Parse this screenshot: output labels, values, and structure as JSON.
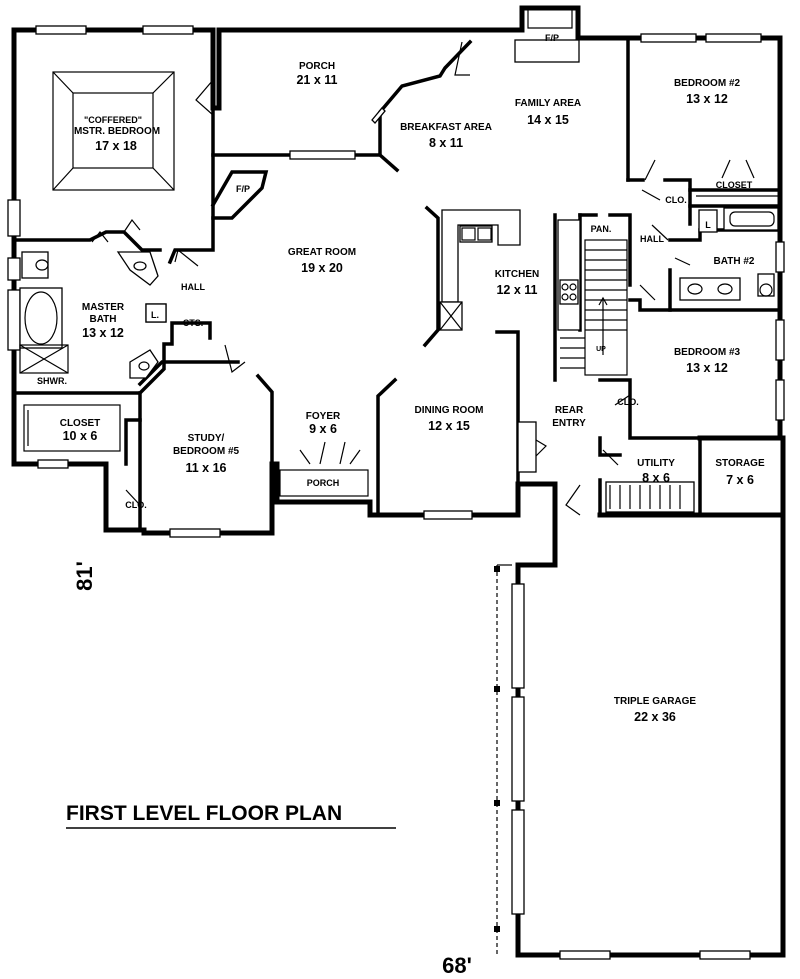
{
  "title": "FIRST LEVEL FLOOR PLAN",
  "dimensions": {
    "width": "68'",
    "depth": "81'"
  },
  "rooms": {
    "porch_top": {
      "name": "PORCH",
      "size": "21 x 11"
    },
    "master": {
      "note": "\"COFFERED\"",
      "name": "MSTR. BEDROOM",
      "size": "17 x 18"
    },
    "family": {
      "name": "FAMILY AREA",
      "size": "14 x 15"
    },
    "breakfast": {
      "name": "BREAKFAST AREA",
      "size": "8 x 11"
    },
    "bed2": {
      "name": "BEDROOM #2",
      "size": "13 x 12"
    },
    "great": {
      "name": "GREAT ROOM",
      "size": "19 x 20"
    },
    "kitchen": {
      "name": "KITCHEN",
      "size": "12 x 11"
    },
    "master_bath": {
      "name1": "MASTER",
      "name2": "BATH",
      "size": "13 x 12"
    },
    "bath2": {
      "name": "BATH #2"
    },
    "bed3": {
      "name": "BEDROOM #3",
      "size": "13 x 12"
    },
    "closet_main": {
      "name": "CLOSET",
      "size": "10 x 6"
    },
    "study": {
      "name1": "STUDY/",
      "name2": "BEDROOM #5",
      "size": "11 x 16"
    },
    "foyer": {
      "name": "FOYER",
      "size": "9 x 6"
    },
    "dining": {
      "name": "DINING ROOM",
      "size": "12 x 15"
    },
    "rear_entry": {
      "name1": "REAR",
      "name2": "ENTRY"
    },
    "utility": {
      "name": "UTILITY",
      "size": "8 x 6"
    },
    "storage": {
      "name": "STORAGE",
      "size": "7 x 6"
    },
    "garage": {
      "name": "TRIPLE GARAGE",
      "size": "22 x 36"
    }
  },
  "small_labels": {
    "fp_top": "F/P",
    "fp_great": "F/P",
    "closet_bed2": "CLOSET",
    "clo_bed2": "CLO.",
    "hall_right": "HALL",
    "pantry": "PAN.",
    "linen_right": "L",
    "hall_left": "HALL",
    "linen_left": "L.",
    "cts": "CTS.",
    "shower": "SHWR.",
    "clo_bed3": "CLO.",
    "clo_study": "CLO.",
    "porch_front": "PORCH",
    "up": "UP"
  }
}
